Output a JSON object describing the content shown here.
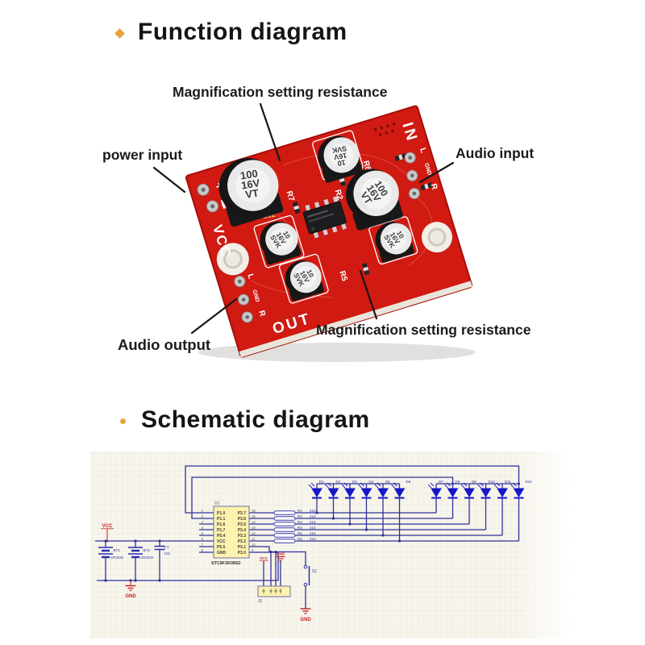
{
  "headers": {
    "function": "Function diagram",
    "schematic": "Schematic diagram"
  },
  "pcb": {
    "annotations": {
      "mag_top": "Magnification setting resistance",
      "power": "power input",
      "audio_in": "Audio input",
      "audio_out": "Audio output",
      "mag_bottom": "Magnification setting resistance"
    },
    "silkscreen": {
      "vcc": "VCC",
      "plus": "+",
      "in": "IN",
      "out": "OUT",
      "l": "L",
      "gnd": "GND",
      "r": "R",
      "r7": "R7",
      "r2": "R2",
      "r8": "R8",
      "r5": "R5",
      "c12": "C12"
    },
    "caps": {
      "large": [
        "100",
        "16V",
        "VT"
      ],
      "small": [
        "10",
        "16V",
        "SVK"
      ]
    },
    "colors": {
      "board": "#d01a12",
      "silkscreen": "#ffffff"
    }
  },
  "schematic": {
    "chip": {
      "ref": "U1",
      "part": "STC8F2K08S2",
      "left_pins": [
        {
          "num": "1",
          "name": "P1.0"
        },
        {
          "num": "2",
          "name": "P1.1"
        },
        {
          "num": "3",
          "name": "P1.6"
        },
        {
          "num": "4",
          "name": "P1.7"
        },
        {
          "num": "5",
          "name": "P5.4"
        },
        {
          "num": "6",
          "name": "VCC"
        },
        {
          "num": "7",
          "name": "P5.5"
        },
        {
          "num": "8",
          "name": "GND"
        }
      ],
      "right_pins": [
        {
          "num": "16",
          "name": "P3.7"
        },
        {
          "num": "15",
          "name": "P3.6"
        },
        {
          "num": "14",
          "name": "P3.5"
        },
        {
          "num": "13",
          "name": "P3.4"
        },
        {
          "num": "12",
          "name": "P3.3"
        },
        {
          "num": "11",
          "name": "P3.2"
        },
        {
          "num": "10",
          "name": "P3.1"
        },
        {
          "num": "9",
          "name": "P3.0"
        }
      ]
    },
    "resistors": [
      {
        "ref": "R1",
        "value": "210"
      },
      {
        "ref": "R2",
        "value": "210"
      },
      {
        "ref": "R3",
        "value": "210"
      },
      {
        "ref": "R4",
        "value": "210"
      },
      {
        "ref": "R5",
        "value": "210"
      },
      {
        "ref": "R6",
        "value": "210"
      }
    ],
    "diodes": [
      "D1",
      "D2",
      "D3",
      "D4",
      "D5",
      "D6",
      "D7",
      "D8",
      "D9",
      "D10",
      "D11",
      "D12"
    ],
    "batteries": [
      {
        "ref": "BT1",
        "part": "CR2032"
      },
      {
        "ref": "BT2",
        "part": "CR2032"
      }
    ],
    "cap": {
      "ref": "C1",
      "value": "102"
    },
    "power": {
      "vcc": "VCC",
      "gnd": "GND"
    },
    "connector": "J1",
    "switch": "S1",
    "colors": {
      "wire": "#30309a",
      "led": "#1616c8",
      "power": "#c42020"
    }
  }
}
